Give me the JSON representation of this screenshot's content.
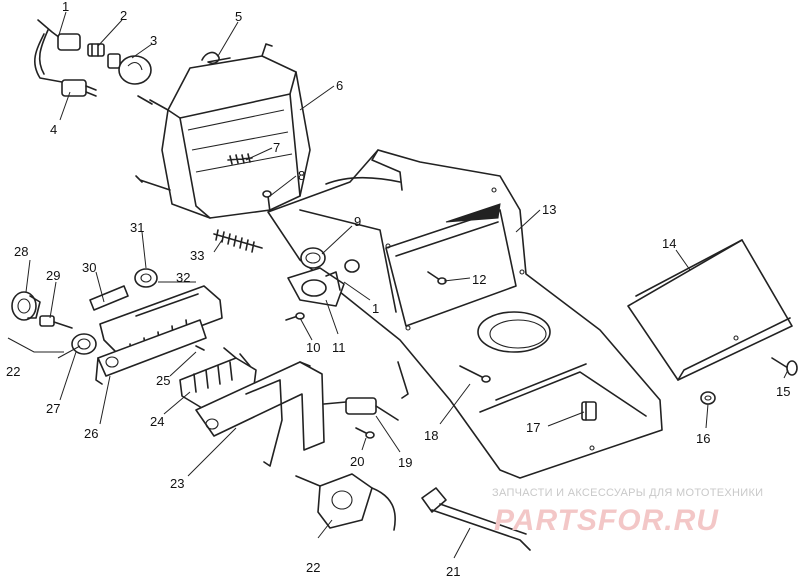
{
  "callouts": [
    {
      "id": "1",
      "label": "1"
    },
    {
      "id": "2",
      "label": "2"
    },
    {
      "id": "3",
      "label": "3"
    },
    {
      "id": "4",
      "label": "4"
    },
    {
      "id": "5",
      "label": "5"
    },
    {
      "id": "6",
      "label": "6"
    },
    {
      "id": "7",
      "label": "7"
    },
    {
      "id": "8",
      "label": "8"
    },
    {
      "id": "9",
      "label": "9"
    },
    {
      "id": "10",
      "label": "10"
    },
    {
      "id": "11",
      "label": "11"
    },
    {
      "id": "1b",
      "label": "1"
    },
    {
      "id": "12",
      "label": "12"
    },
    {
      "id": "13",
      "label": "13"
    },
    {
      "id": "14",
      "label": "14"
    },
    {
      "id": "15",
      "label": "15"
    },
    {
      "id": "16",
      "label": "16"
    },
    {
      "id": "17",
      "label": "17"
    },
    {
      "id": "18",
      "label": "18"
    },
    {
      "id": "19",
      "label": "19"
    },
    {
      "id": "20",
      "label": "20"
    },
    {
      "id": "21",
      "label": "21"
    },
    {
      "id": "22a",
      "label": "22"
    },
    {
      "id": "22b",
      "label": "22"
    },
    {
      "id": "23",
      "label": "23"
    },
    {
      "id": "24",
      "label": "24"
    },
    {
      "id": "25",
      "label": "25"
    },
    {
      "id": "26",
      "label": "26"
    },
    {
      "id": "27",
      "label": "27"
    },
    {
      "id": "28",
      "label": "28"
    },
    {
      "id": "29",
      "label": "29"
    },
    {
      "id": "30",
      "label": "30"
    },
    {
      "id": "31",
      "label": "31"
    },
    {
      "id": "32",
      "label": "32"
    },
    {
      "id": "33",
      "label": "33"
    }
  ],
  "watermark": {
    "tagline": "ЗАПЧАСТИ И АКСЕССУАРЫ ДЛЯ МОТОТЕХНИКИ",
    "brand": "PARTSFOR.RU"
  },
  "colors": {
    "line": "#222222",
    "watermark_brand": "#f3c7c7",
    "watermark_tagline": "#c9c9c9"
  }
}
